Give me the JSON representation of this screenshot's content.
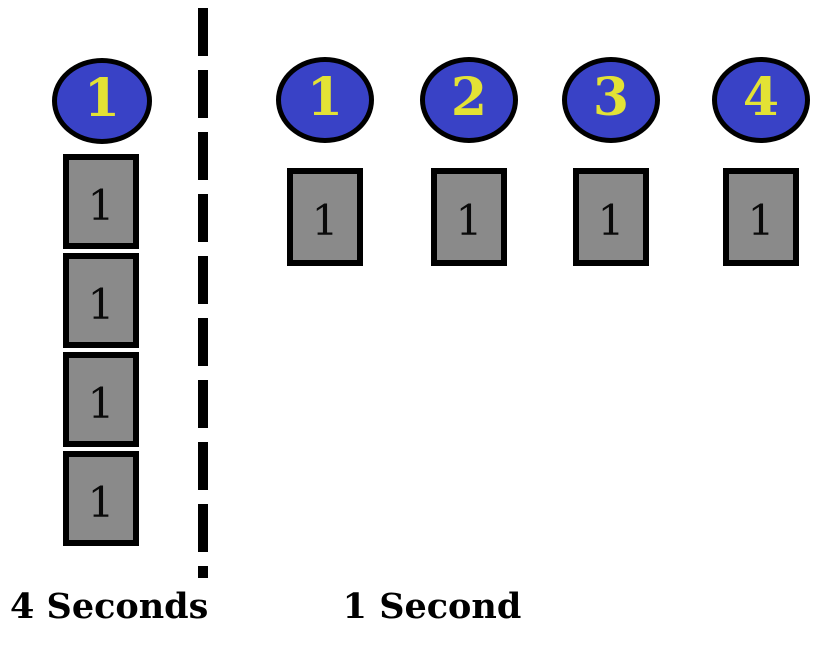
{
  "diagram": {
    "left": {
      "processor_label": "1",
      "tasks": [
        "1",
        "1",
        "1",
        "1"
      ],
      "caption": "4 Seconds"
    },
    "right": {
      "columns": [
        {
          "processor_label": "1",
          "task": "1"
        },
        {
          "processor_label": "2",
          "task": "1"
        },
        {
          "processor_label": "3",
          "task": "1"
        },
        {
          "processor_label": "4",
          "task": "1"
        }
      ],
      "caption": "1 Second"
    }
  },
  "colors": {
    "ellipse_fill": "#3942C6",
    "ellipse_text": "#E3E235",
    "box_fill": "#8A8A8A",
    "stroke": "#000000",
    "background": "#FFFFFF",
    "caption_text": "#000000"
  }
}
